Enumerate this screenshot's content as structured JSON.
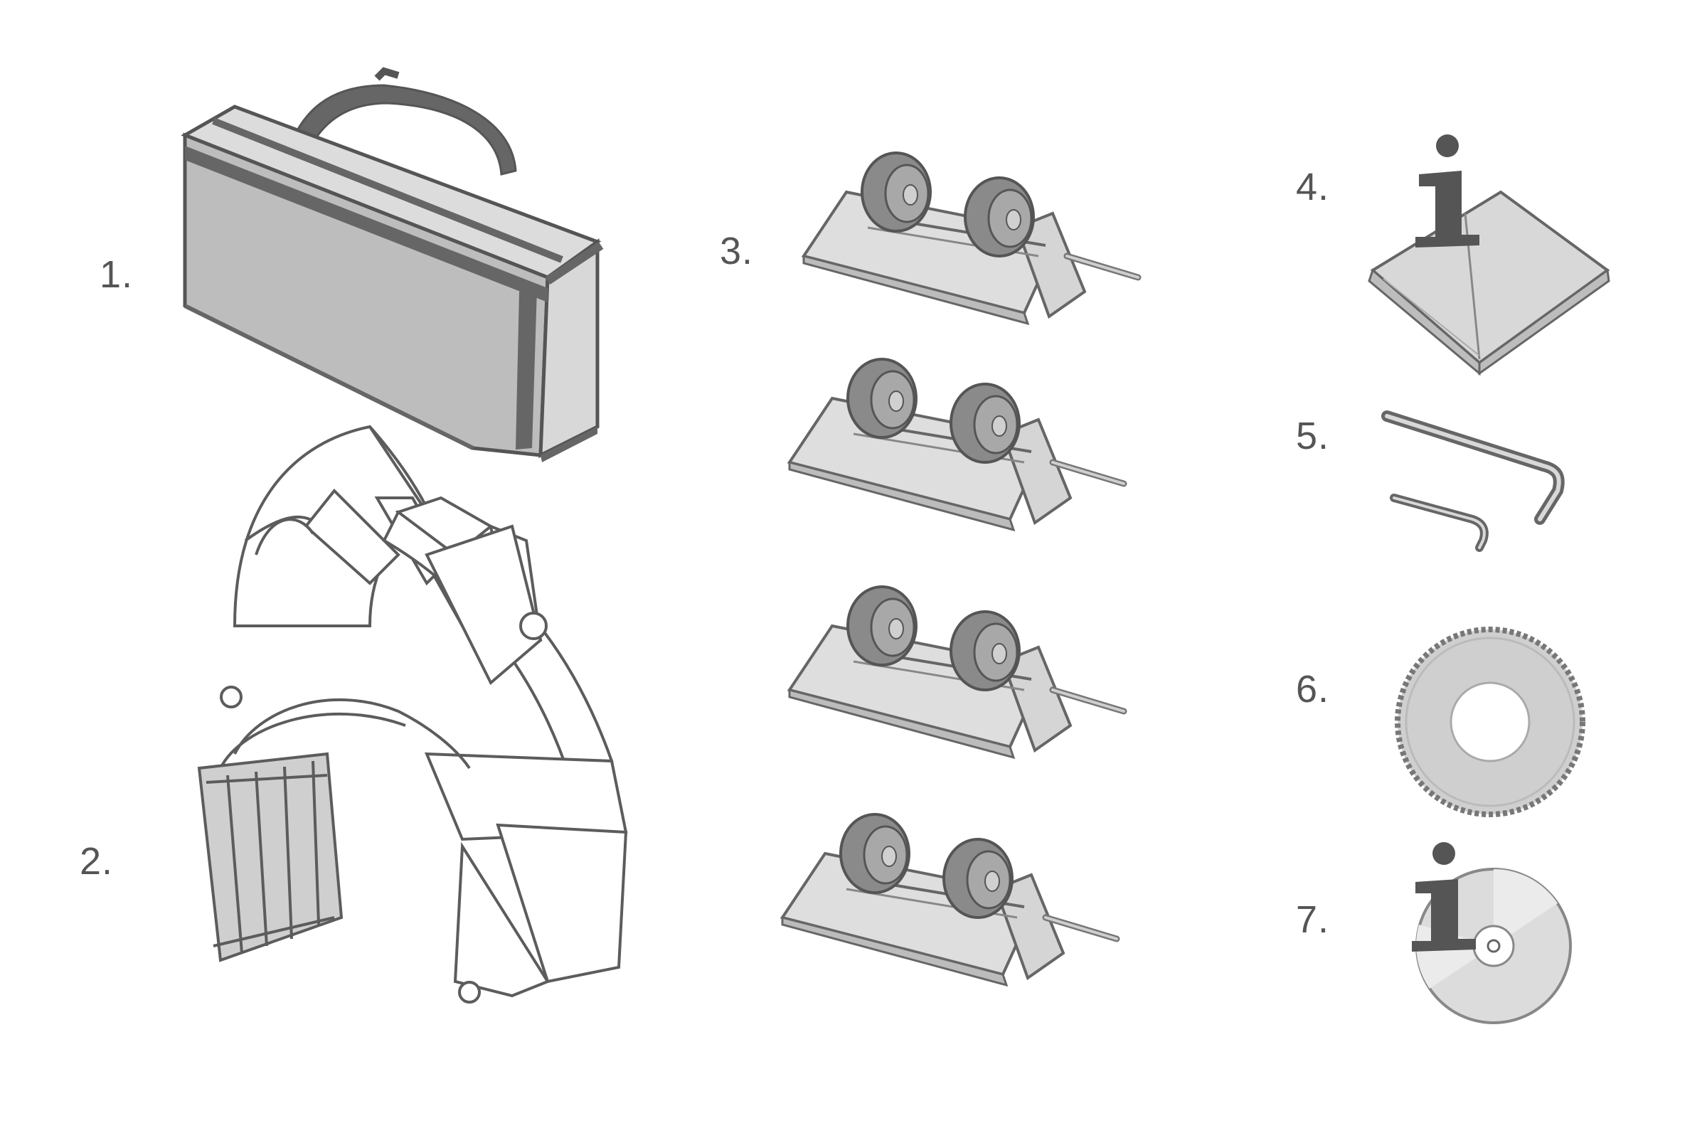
{
  "labels": {
    "item1": "1.",
    "item2": "2.",
    "item3": "3.",
    "item4": "4.",
    "item5": "5.",
    "item6": "6.",
    "item7": "7."
  },
  "colors": {
    "outline": "#5c5c5c",
    "dark": "#6a6a6a",
    "light_fill": "#dcdcdc",
    "mid_fill": "#bdbdbd",
    "label": "#555555"
  }
}
